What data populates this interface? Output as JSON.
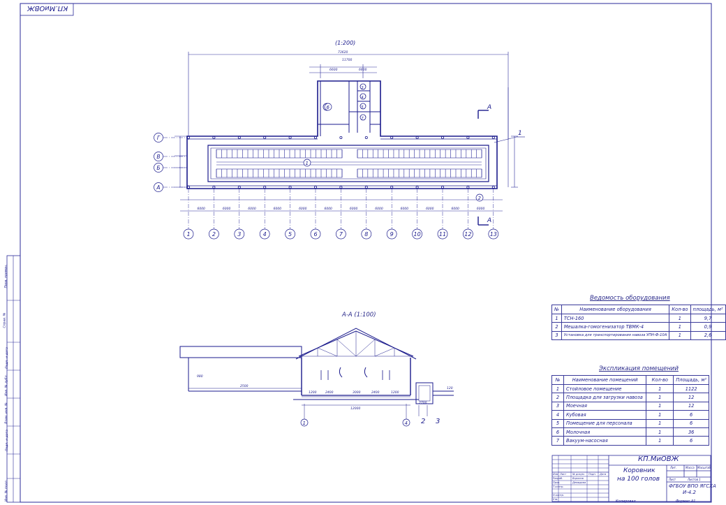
{
  "sheet": {
    "corner_stamp": "КП.МиОВЖ",
    "plan_scale": "(1:200)",
    "section_title": "А-А (1:100)",
    "section_marker": "А",
    "callout_1": "1",
    "room_numbers": [
      "1",
      "2",
      "3",
      "4",
      "5",
      "6",
      "7"
    ]
  },
  "plan": {
    "row_axes": [
      "Г",
      "В",
      "Б",
      "А"
    ],
    "column_axes": [
      "1",
      "2",
      "3",
      "4",
      "5",
      "6",
      "7",
      "8",
      "9",
      "10",
      "11",
      "12",
      "13"
    ],
    "top_dims": [
      "73620",
      "11700",
      "6600",
      "6600"
    ],
    "span_dims": [
      "6000",
      "6000",
      "6000",
      "6000",
      "6000",
      "6000",
      "6000",
      "6000",
      "6000",
      "6000",
      "6000",
      "6000"
    ],
    "bay_dims": [
      "1000",
      "1900",
      "1000"
    ]
  },
  "section": {
    "axis_left": "1",
    "axis_right": "4",
    "callouts": [
      "2",
      "3"
    ],
    "dims": [
      "2500",
      "1200",
      "2400",
      "3000",
      "2400",
      "1200",
      "12000",
      "980",
      "2700",
      "120"
    ]
  },
  "equipment": {
    "title": "Ведомость оборудования",
    "headers": [
      "№",
      "Наименование оборудования",
      "Кол-во",
      "площадь, м²"
    ],
    "rows": [
      [
        "1",
        "ТСН-160",
        "1",
        "9,7"
      ],
      [
        "2",
        "Мешалка-гомогенизатор ТВМК-4",
        "1",
        "0,9"
      ],
      [
        "3",
        "Установка для транспортирования навоза УПН-Ф-10А",
        "1",
        "2,6"
      ]
    ]
  },
  "rooms": {
    "title": "Экспликация помещений",
    "headers": [
      "№",
      "Наименование помещений",
      "Кол-во",
      "Площадь, м²"
    ],
    "rows": [
      [
        "1",
        "Стойловое помещение",
        "1",
        "1122"
      ],
      [
        "2",
        "Площадка для загрузки навоза",
        "1",
        "12"
      ],
      [
        "3",
        "Моечная",
        "1",
        "12"
      ],
      [
        "4",
        "Кубовая",
        "1",
        "6"
      ],
      [
        "5",
        "Помещение для персонала",
        "1",
        "6"
      ],
      [
        "6",
        "Молочная",
        "1",
        "36"
      ],
      [
        "7",
        "Вакуум-насосная",
        "1",
        "6"
      ]
    ]
  },
  "title_block": {
    "doc_code": "КП.МиОВЖ",
    "title_line1": "Коровник",
    "title_line2": "на 100 голов",
    "head_cols": [
      "Изм.",
      "Лист",
      "№ докум.",
      "Подп.",
      "Дата"
    ],
    "roles": [
      "Разраб.",
      "Пров.",
      "Т.контр.",
      "",
      "Н.контр.",
      "Утв."
    ],
    "names": [
      "Воронов",
      "Демидова"
    ],
    "stage_labels": [
      "Лит.",
      "Масса",
      "Масштаб"
    ],
    "sheet_labels": [
      "Лист",
      "Листов 1"
    ],
    "org_line1": "ФГБОУ ВПО ЯГСХА",
    "org_line2": "И-4.2",
    "copied": "Копировал",
    "format": "Формат А1"
  },
  "side_strip": [
    "Перв. примен.",
    "Справ. №",
    "Подп. и дата",
    "Инв. № дубл.",
    "Взам. инв. №",
    "Подп. и дата",
    "Инв. № подл."
  ]
}
